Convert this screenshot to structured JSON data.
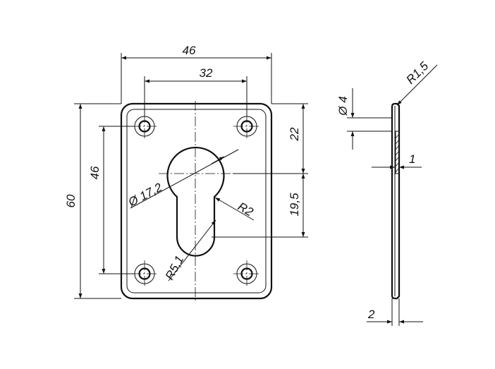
{
  "dimensions": {
    "width_overall": "46",
    "hole_spacing_x": "32",
    "height_overall": "60",
    "hole_spacing_y": "46",
    "top_to_center": "22",
    "center_to_slot": "19,5",
    "circle_diameter": "Ø 17,2",
    "slot_radius": "R5,1",
    "corner_radius": "R2",
    "hole_diameter": "Ø 4",
    "edge_radius": "R1,5",
    "thickness_1": "1",
    "thickness_2": "2"
  }
}
